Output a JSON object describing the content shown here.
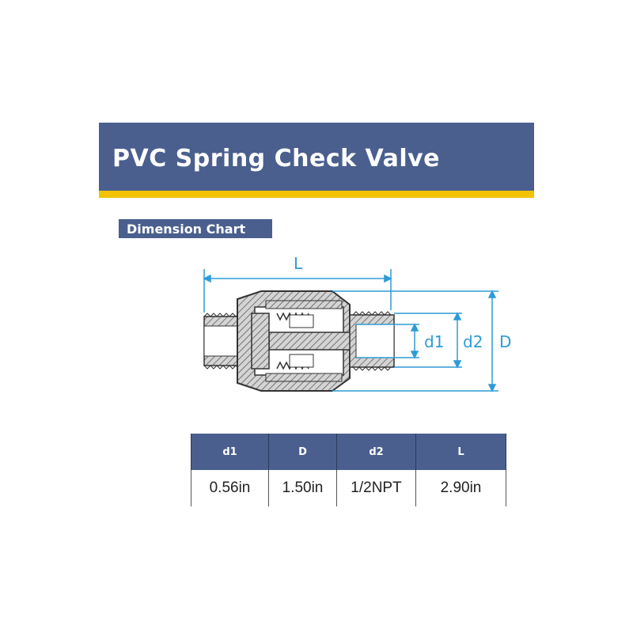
{
  "header": {
    "title": "PVC Spring Check Valve"
  },
  "section": {
    "label": "Dimension Chart"
  },
  "diagram": {
    "labels": {
      "L": "L",
      "d1": "d1",
      "d2": "d2",
      "D": "D"
    },
    "colors": {
      "dimension": "#2e9bd6",
      "outline": "#3a3a3a",
      "fill": "#d4d4d4"
    }
  },
  "table": {
    "headers": [
      "d1",
      "D",
      "d2",
      "L"
    ],
    "values": [
      "0.56in",
      "1.50in",
      "1/2NPT",
      "2.90in"
    ]
  },
  "colors": {
    "banner": "#4a5f8e",
    "stripe": "#f2c200"
  }
}
